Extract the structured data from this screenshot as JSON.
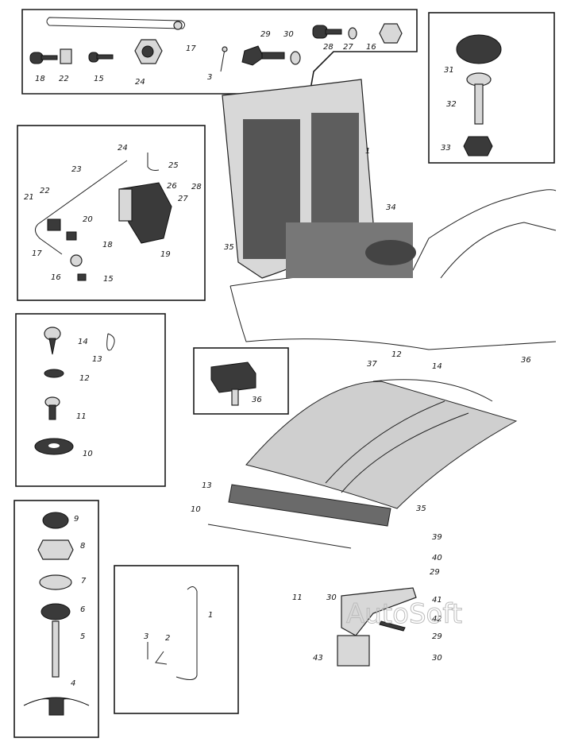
{
  "title": "Hood and hood lock parts diagram",
  "watermark": "AutoSoft",
  "top_box": {
    "labels": [
      "17",
      "18",
      "22",
      "15",
      "24",
      "3",
      "29",
      "30",
      "28",
      "27",
      "16"
    ]
  },
  "right_box": {
    "labels": [
      "31",
      "32",
      "33"
    ]
  },
  "lock_box": {
    "labels": [
      "24",
      "25",
      "23",
      "22",
      "21",
      "20",
      "26",
      "27",
      "28",
      "18",
      "19",
      "17",
      "16",
      "15"
    ]
  },
  "fastener_box": {
    "labels": [
      "14",
      "13",
      "12",
      "11",
      "10"
    ]
  },
  "knob_box": {
    "labels": [
      "9",
      "8",
      "7",
      "6",
      "5",
      "4"
    ]
  },
  "rod_box": {
    "labels": [
      "1",
      "3",
      "2"
    ]
  },
  "buffer_box": {
    "labels": [
      "36"
    ]
  },
  "main": {
    "labels": [
      "1",
      "35",
      "34",
      "36",
      "12",
      "37",
      "14",
      "35",
      "39",
      "40",
      "13",
      "10",
      "11",
      "29",
      "30",
      "41",
      "42",
      "29",
      "30",
      "43"
    ]
  }
}
